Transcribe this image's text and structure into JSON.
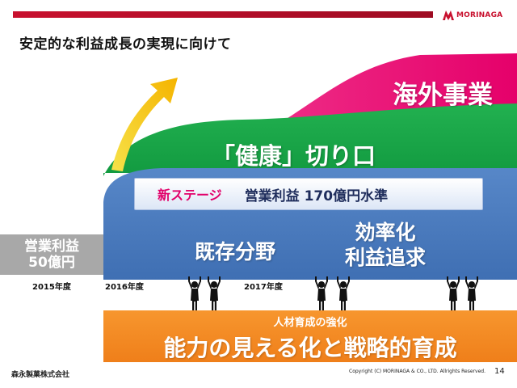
{
  "header": {
    "logo_text": "MORINAGA",
    "title": "安定的な利益成長の実現に向けて",
    "brand_color": "#c8102e"
  },
  "bands": {
    "overseas": {
      "label": "海外事業",
      "color": "#e8136f"
    },
    "health": {
      "label": "「健康」切り口",
      "color": "#17a84a"
    },
    "core": {
      "color": "#4a7bc1"
    }
  },
  "stage": {
    "label": "新ステージ",
    "value": "営業利益 170億円水準"
  },
  "core_fields": {
    "existing": "既存分野",
    "efficiency_line1": "効率化",
    "efficiency_line2": "利益追求"
  },
  "baseline": {
    "line1": "営業利益",
    "line2": "50億円",
    "color": "#a8a8a8"
  },
  "years": [
    "2015年度",
    "2016年度",
    "2017年度"
  ],
  "foundation": {
    "subtitle": "人材育成の強化",
    "title": "能力の見える化と戦略的育成",
    "color": "#f28c28"
  },
  "footer": {
    "company": "森永製菓株式会社",
    "copyright": "Copyright (C) MORINAGA & CO., LTD. Allrights Reserved.",
    "page_number": "14"
  },
  "icons": [
    "growth-arrow-icon",
    "people-lifting-icon"
  ]
}
